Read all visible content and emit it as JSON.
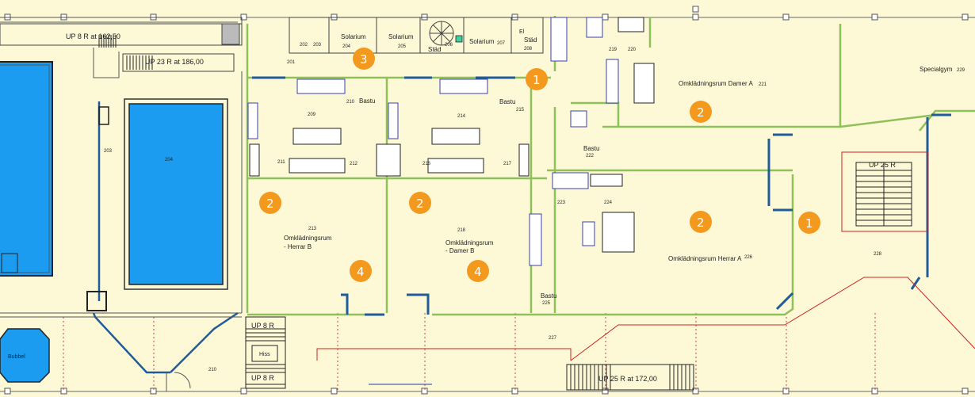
{
  "stairs": {
    "up8_top": "UP 8 R at 162,50",
    "up23": "UP 23 R at 186,00",
    "up25_right": "UP 25 R",
    "up8_a": "UP 8 R",
    "up8_b": "UP 8 R",
    "up25_bottom": "UP 25 R at 172,00"
  },
  "rooms": {
    "solarium1": "Solarium",
    "solarium2": "Solarium",
    "solarium3": "Solarium",
    "stad1": "Städ",
    "stad2": "Städ",
    "el": "El",
    "bastu1": "Bastu",
    "bastu2": "Bastu",
    "bastu3": "Bastu",
    "bastu4": "Bastu",
    "herrarB_l1": "Omklädningsrum",
    "herrarB_l2": "- Herrar B",
    "damerB_l1": "Omklädningsrum",
    "damerB_l2": "- Damer B",
    "damerA": "Omklädningsrum Damer A",
    "herrarA": "Omklädningsrum Herrar A",
    "specialgym": "Specialgym",
    "hiss": "Hiss",
    "bubbel": "Bubbel"
  },
  "numbers": {
    "n201": "201",
    "n202": "202",
    "n203": "203",
    "n204a": "204",
    "n205": "205",
    "n206": "206",
    "n207": "207",
    "n208": "208",
    "n219": "219",
    "n220": "220",
    "n221": "221",
    "n229": "229",
    "n209": "209",
    "n210": "210",
    "n214": "214",
    "n215": "215",
    "n222": "222",
    "n211": "211",
    "n212": "212",
    "n216": "216",
    "n217": "217",
    "n223": "223",
    "n224": "224",
    "n213": "213",
    "n218": "218",
    "n225": "225",
    "n226": "226",
    "n227": "227",
    "n228": "228",
    "n203b": "203",
    "n204b": "204",
    "n210b": "210"
  },
  "markers": {
    "m1a": "1",
    "m1b": "1",
    "m2a": "2",
    "m2b": "2",
    "m2c": "2",
    "m2d": "2",
    "m3": "3",
    "m4a": "4",
    "m4b": "4"
  },
  "colors": {
    "floor": "#fdf9d6",
    "wall_green": "#8fc15b",
    "wall_blue": "#1f5c99",
    "pool": "#1b9cf0",
    "marker": "#f39a1e",
    "stair_red": "#cc2222",
    "fixture": "#3a3fb0"
  }
}
